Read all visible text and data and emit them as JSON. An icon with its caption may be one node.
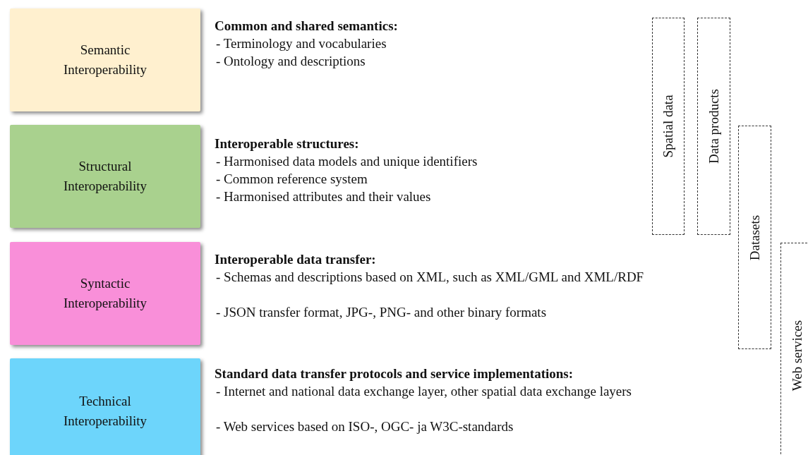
{
  "diagram": {
    "nodes": [
      {
        "text": [
          "Semantic Interoperability"
        ]
      },
      {
        "text": [
          "Structural Interoperability"
        ]
      },
      {
        "text": [
          "Syntactic Interoperability"
        ]
      },
      {
        "text": [
          "Technical Interoperability"
        ]
      },
      {
        "text": [
          "Spatial data"
        ]
      },
      {
        "text": [
          "Data products"
        ]
      },
      {
        "text": [
          "Datasets"
        ]
      },
      {
        "text": [
          "Web services"
        ]
      }
    ],
    "edges": [],
    "labels": [
      "Common and shared semantics:",
      "- Terminology and vocabularies",
      "- Ontology and descriptions",
      "Interoperable structures:",
      "- Harmonised data models and unique identifiers",
      "- Common reference system",
      "- Harmonised attributes and their values",
      "Interoperable data transfer:",
      "- Schemas and descriptions based on XML, such as XML/GML and XML/RDF",
      "- JSON transfer format, JPG-, PNG- and other binary formats",
      "Standard data transfer protocols and service implementations:",
      "- Internet and national data exchange layer, other spatial data exchange layers",
      "- Web services based on ISO-, OGC- ja W3C-standards"
    ]
  }
}
